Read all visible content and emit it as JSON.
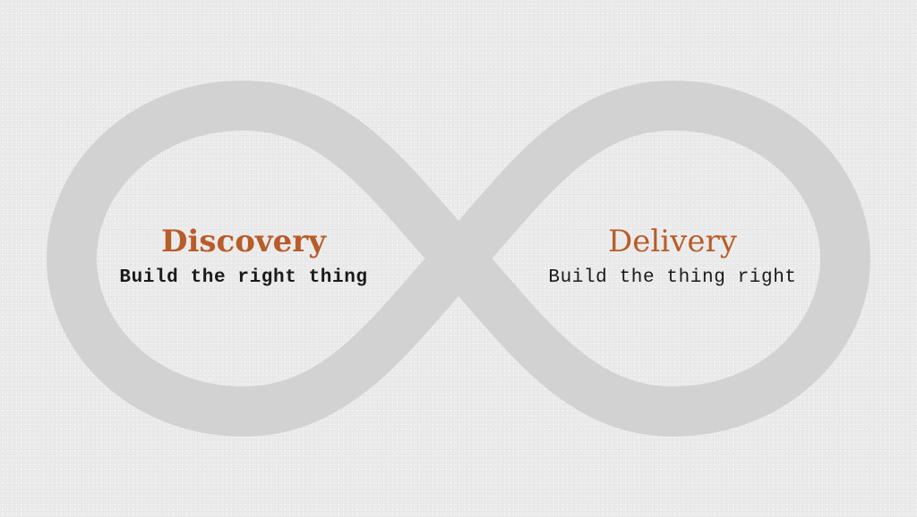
{
  "colors": {
    "background": "#ececec",
    "loop": "#d2d2d2",
    "title": "#b85c2a",
    "subtitle": "#1a1a1a"
  },
  "discovery": {
    "title": "Discovery",
    "subtitle": "Build the right thing"
  },
  "delivery": {
    "title": "Delivery",
    "subtitle": "Build the thing right"
  }
}
